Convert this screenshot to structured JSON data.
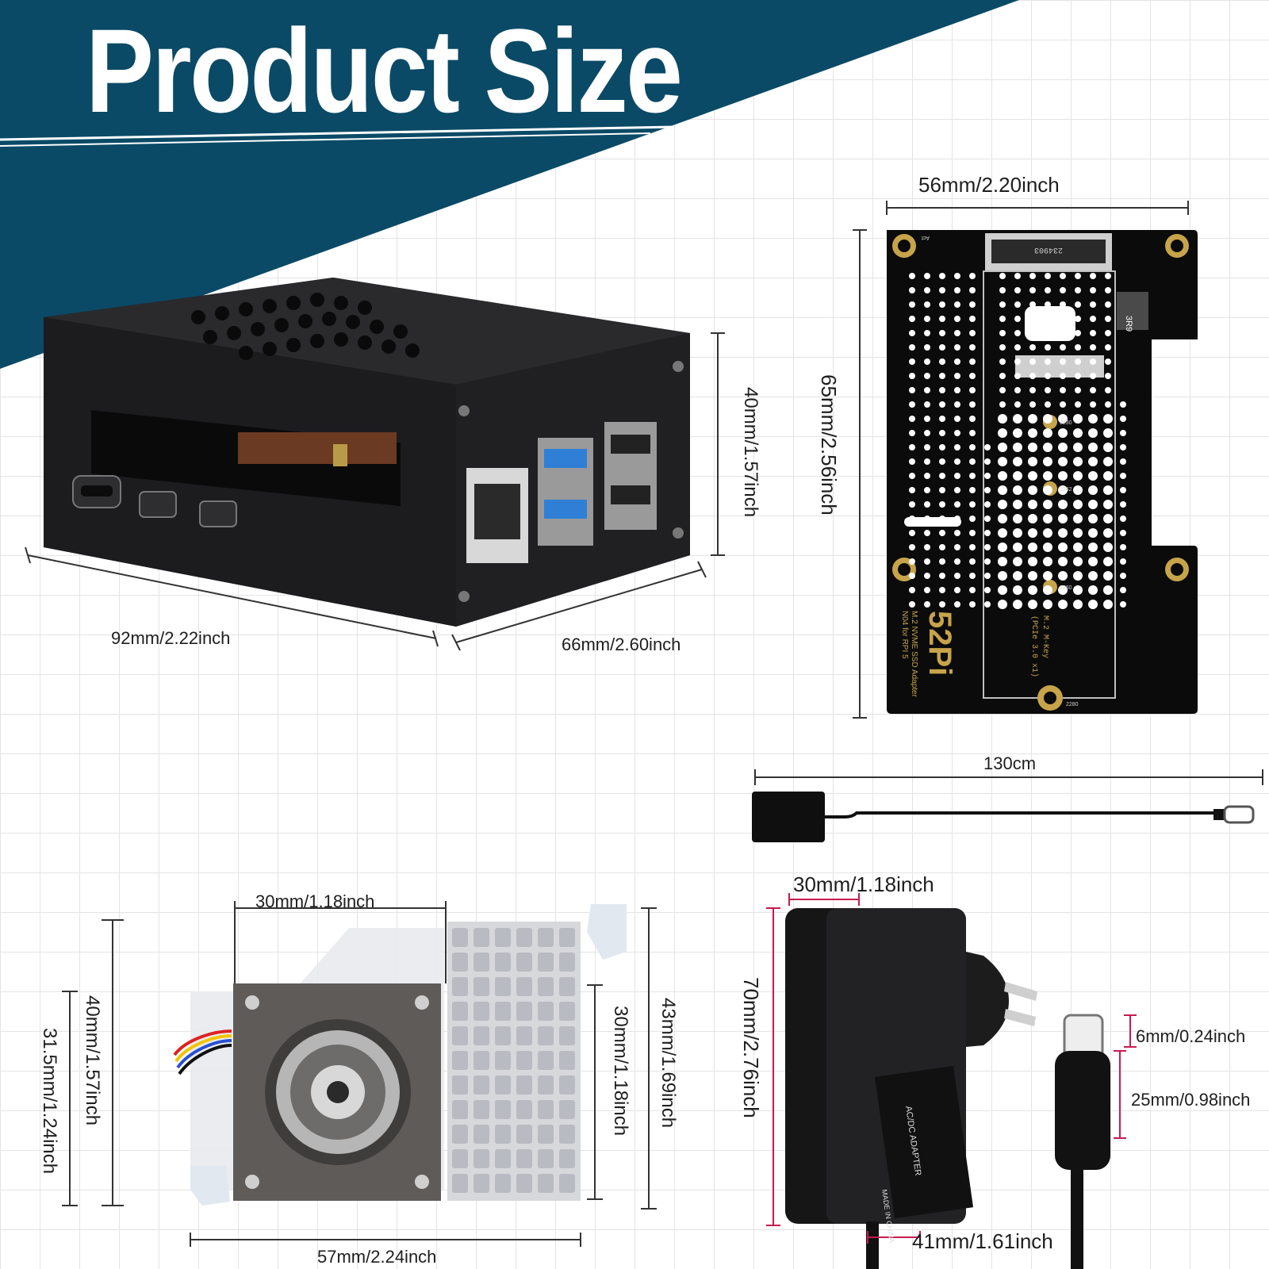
{
  "title": "Product Size",
  "case": {
    "width": "92mm/2.22inch",
    "depth": "66mm/2.60inch",
    "height": "40mm/1.57inch"
  },
  "adapter_board": {
    "width": "56mm/2.20inch",
    "height": "65mm/2.56inch",
    "silkscreen": [
      "52Pi",
      "M.2 NVME SSD Adapter",
      "N04 for RPI 5",
      "M.2 M-Key",
      "(PCIe 3.0 x1)",
      "234903",
      "3R9",
      "2230",
      "2242",
      "2260",
      "2280",
      "Act"
    ]
  },
  "cable": {
    "length": "130cm"
  },
  "cooler": {
    "fan_width": "30mm/1.18inch",
    "total_width": "57mm/2.24inch",
    "height_left": "40mm/1.57inch",
    "height_inner": "31.5mm/1.24inch",
    "heatsink_height": "30mm/1.18inch",
    "total_height": "43mm/1.69inch"
  },
  "power_adapter": {
    "thickness": "30mm/1.18inch",
    "height": "70mm/2.76inch",
    "width": "41mm/1.61inch",
    "plug_tip": "6mm/0.24inch",
    "plug_body": "25mm/0.98inch",
    "label": [
      "AC/DC ADAPTER",
      "MADE IN CHINA"
    ]
  },
  "colors": {
    "banner": "#0a4a66",
    "stripe": "#ffffff",
    "case": "#1b1b1d",
    "usb3": "#2f7fd6",
    "pcb": "#0b0b0b",
    "gold": "#c7a44a"
  }
}
